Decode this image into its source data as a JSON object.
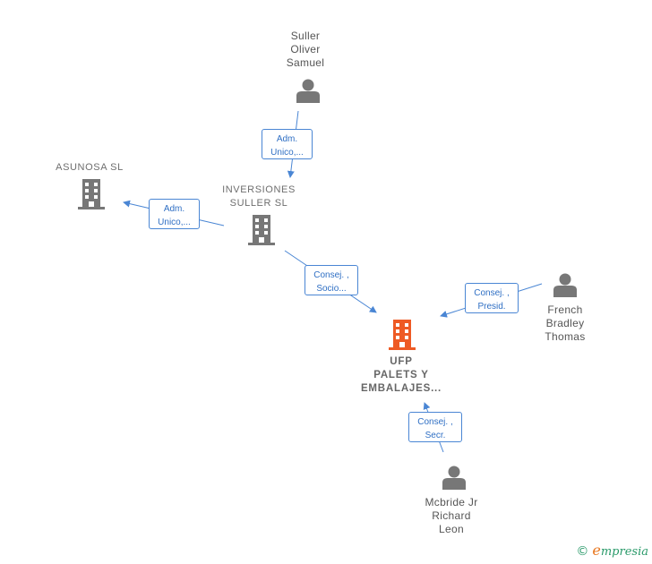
{
  "colors": {
    "person": "#777777",
    "company": "#777777",
    "focus_company": "#ee5a24",
    "edge": "#4a86d4"
  },
  "nodes": {
    "suller": {
      "label": "Suller\nOliver\nSamuel",
      "icon": "person-icon"
    },
    "inversiones": {
      "label": "INVERSIONES\nSULLER  SL",
      "icon": "building-icon"
    },
    "asunosa": {
      "label": "ASUNOSA  SL",
      "icon": "building-icon"
    },
    "ufp": {
      "label": "UFP\nPALETS Y\nEMBALAJES...",
      "icon": "building-icon"
    },
    "french": {
      "label": "French\nBradley\nThomas",
      "icon": "person-icon"
    },
    "mcbride": {
      "label": "Mcbride Jr\nRichard\nLeon",
      "icon": "person-icon"
    }
  },
  "relations": {
    "suller_inversiones": "Adm.\nUnico,...",
    "inversiones_asunosa": "Adm.\nUnico,...",
    "inversiones_ufp": "Consej. ,\nSocio...",
    "french_ufp": "Consej. ,\nPresid.",
    "mcbride_ufp": "Consej. ,\nSecr."
  },
  "brand": {
    "copyright": "©",
    "initial": "e",
    "name": "mpresia"
  }
}
